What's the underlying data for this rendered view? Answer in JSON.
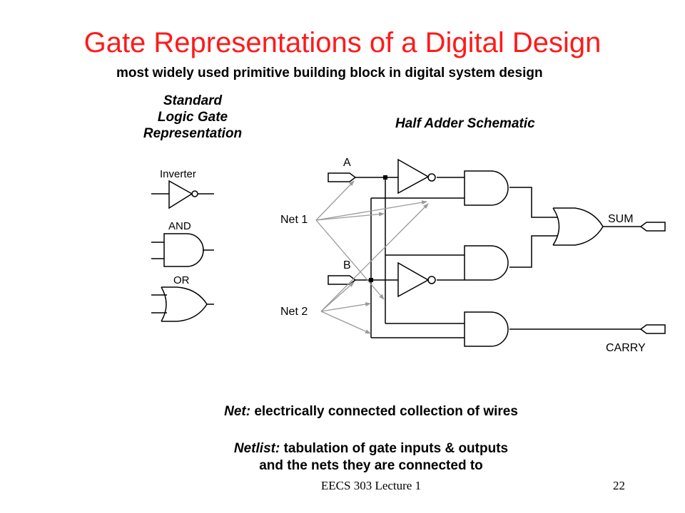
{
  "slide": {
    "title": "Gate Representations of a Digital Design",
    "subtitle": "most widely used primitive building block in digital system design",
    "standard_heading": [
      "Standard",
      "Logic Gate",
      "Representation"
    ],
    "schematic_heading": "Half Adder Schematic",
    "gate_labels": {
      "inverter": "Inverter",
      "and": "AND",
      "or": "OR"
    },
    "schematic_labels": {
      "a": "A",
      "b": "B",
      "net1": "Net 1",
      "net2": "Net 2",
      "sum": "SUM",
      "carry": "CARRY"
    },
    "net_definition": {
      "term": "Net:",
      "text": " electrically connected collection of wires"
    },
    "netlist_definition": {
      "term": "Netlist:",
      "line1": " tabulation of gate inputs & outputs",
      "line2": "and the nets they are connected to"
    },
    "footer": {
      "course": "EECS 303 Lecture 1",
      "page": "22"
    }
  },
  "colors": {
    "title": "#ff1a1a",
    "net_arrows": "#9a9a9a"
  }
}
